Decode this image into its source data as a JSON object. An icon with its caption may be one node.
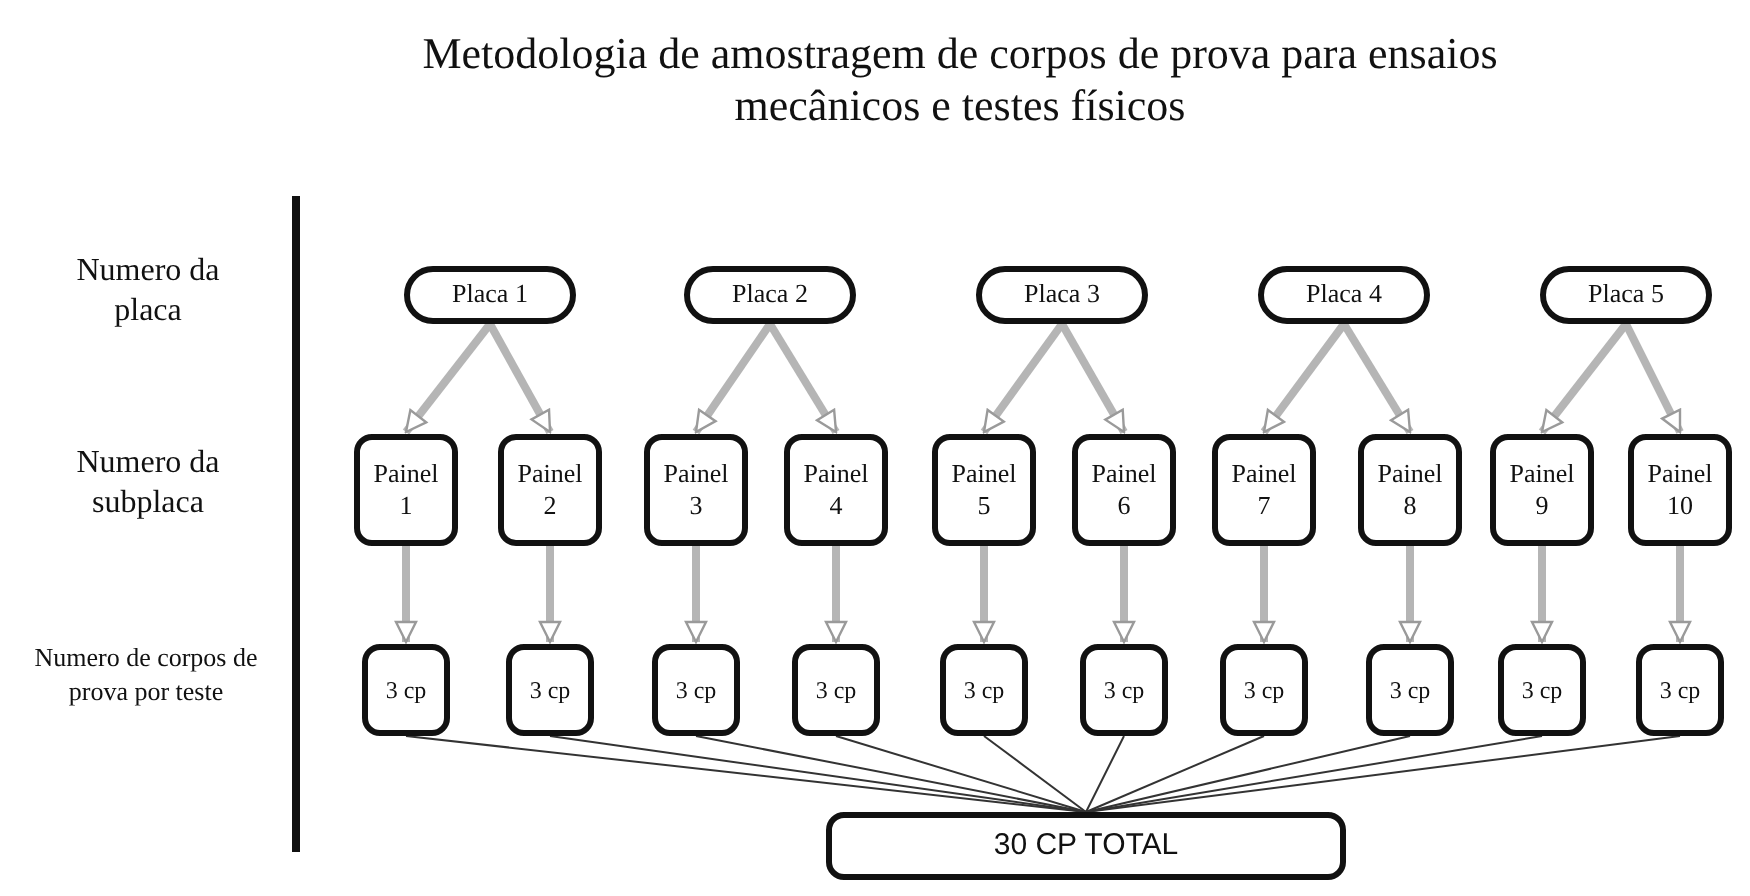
{
  "diagram": {
    "title": "Metodologia de amostragem de corpos de prova para ensaios mecânicos e testes físicos",
    "nodes": [
      {
        "text": [
          "Placa 1"
        ]
      },
      {
        "text": [
          "Placa 2"
        ]
      },
      {
        "text": [
          "Placa 3"
        ]
      },
      {
        "text": [
          "Placa 4"
        ]
      },
      {
        "text": [
          "Placa 5"
        ]
      },
      {
        "text": [
          "Painel 1"
        ]
      },
      {
        "text": [
          "Painel 2"
        ]
      },
      {
        "text": [
          "Painel 3"
        ]
      },
      {
        "text": [
          "Painel 4"
        ]
      },
      {
        "text": [
          "Painel 5"
        ]
      },
      {
        "text": [
          "Painel 6"
        ]
      },
      {
        "text": [
          "Painel 7"
        ]
      },
      {
        "text": [
          "Painel 8"
        ]
      },
      {
        "text": [
          "Painel 9"
        ]
      },
      {
        "text": [
          "Painel 10"
        ]
      },
      {
        "text": [
          "3 cp"
        ]
      },
      {
        "text": [
          "3 cp"
        ]
      },
      {
        "text": [
          "3 cp"
        ]
      },
      {
        "text": [
          "3 cp"
        ]
      },
      {
        "text": [
          "3 cp"
        ]
      },
      {
        "text": [
          "3 cp"
        ]
      },
      {
        "text": [
          "3 cp"
        ]
      },
      {
        "text": [
          "3 cp"
        ]
      },
      {
        "text": [
          "3 cp"
        ]
      },
      {
        "text": [
          "3 cp"
        ]
      },
      {
        "text": [
          "30 CP TOTAL"
        ]
      }
    ],
    "edges": [
      {
        "from": 0,
        "to": 5,
        "arrow": "to"
      },
      {
        "from": 0,
        "to": 6,
        "arrow": "to"
      },
      {
        "from": 1,
        "to": 7,
        "arrow": "to"
      },
      {
        "from": 1,
        "to": 8,
        "arrow": "to"
      },
      {
        "from": 2,
        "to": 9,
        "arrow": "to"
      },
      {
        "from": 2,
        "to": 10,
        "arrow": "to"
      },
      {
        "from": 3,
        "to": 11,
        "arrow": "to"
      },
      {
        "from": 3,
        "to": 12,
        "arrow": "to"
      },
      {
        "from": 4,
        "to": 13,
        "arrow": "to"
      },
      {
        "from": 4,
        "to": 14,
        "arrow": "to"
      },
      {
        "from": 5,
        "to": 15,
        "arrow": "to"
      },
      {
        "from": 6,
        "to": 16,
        "arrow": "to"
      },
      {
        "from": 7,
        "to": 17,
        "arrow": "to"
      },
      {
        "from": 8,
        "to": 18,
        "arrow": "to"
      },
      {
        "from": 9,
        "to": 19,
        "arrow": "to"
      },
      {
        "from": 10,
        "to": 20,
        "arrow": "to"
      },
      {
        "from": 11,
        "to": 21,
        "arrow": "to"
      },
      {
        "from": 12,
        "to": 22,
        "arrow": "to"
      },
      {
        "from": 13,
        "to": 23,
        "arrow": "to"
      },
      {
        "from": 14,
        "to": 24,
        "arrow": "to"
      },
      {
        "from": 15,
        "to": 25,
        "arrow": "none",
        "color": "#333333"
      },
      {
        "from": 16,
        "to": 25,
        "arrow": "none",
        "color": "#333333"
      },
      {
        "from": 17,
        "to": 25,
        "arrow": "none",
        "color": "#333333"
      },
      {
        "from": 18,
        "to": 25,
        "arrow": "none",
        "color": "#333333"
      },
      {
        "from": 19,
        "to": 25,
        "arrow": "none",
        "color": "#333333"
      },
      {
        "from": 20,
        "to": 25,
        "arrow": "none",
        "color": "#333333"
      },
      {
        "from": 21,
        "to": 25,
        "arrow": "none",
        "color": "#333333"
      },
      {
        "from": 22,
        "to": 25,
        "arrow": "none",
        "color": "#333333"
      },
      {
        "from": 23,
        "to": 25,
        "arrow": "none",
        "color": "#333333"
      },
      {
        "from": 24,
        "to": 25,
        "arrow": "none",
        "color": "#333333"
      }
    ],
    "labels": [
      "Numero da placa",
      "Numero da subplaca",
      "Numero de corpos de prova por teste"
    ]
  }
}
